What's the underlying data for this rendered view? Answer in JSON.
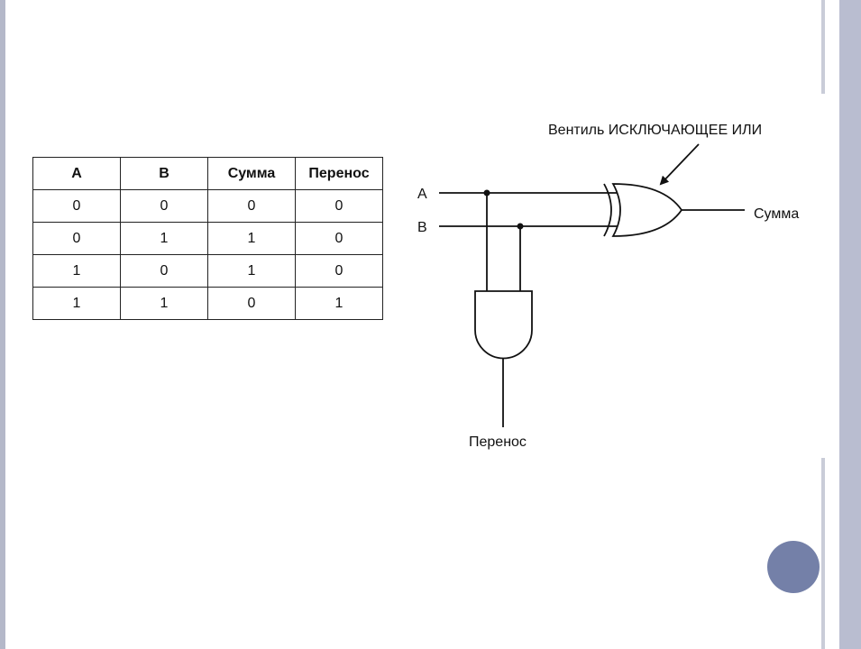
{
  "truth_table": {
    "headers": [
      "A",
      "B",
      "Сумма",
      "Перенос"
    ],
    "rows": [
      [
        "0",
        "0",
        "0",
        "0"
      ],
      [
        "0",
        "1",
        "1",
        "0"
      ],
      [
        "1",
        "0",
        "1",
        "0"
      ],
      [
        "1",
        "1",
        "0",
        "1"
      ]
    ]
  },
  "circuit": {
    "input_a": "A",
    "input_b": "B",
    "xor_gate_caption": "Вентиль ИСКЛЮЧАЮЩЕЕ ИЛИ",
    "sum_output": "Сумма",
    "carry_output": "Перенос"
  },
  "colors": {
    "frame": "#b4b8c9",
    "slide_dot": "#7480a8",
    "ink": "#111111"
  }
}
